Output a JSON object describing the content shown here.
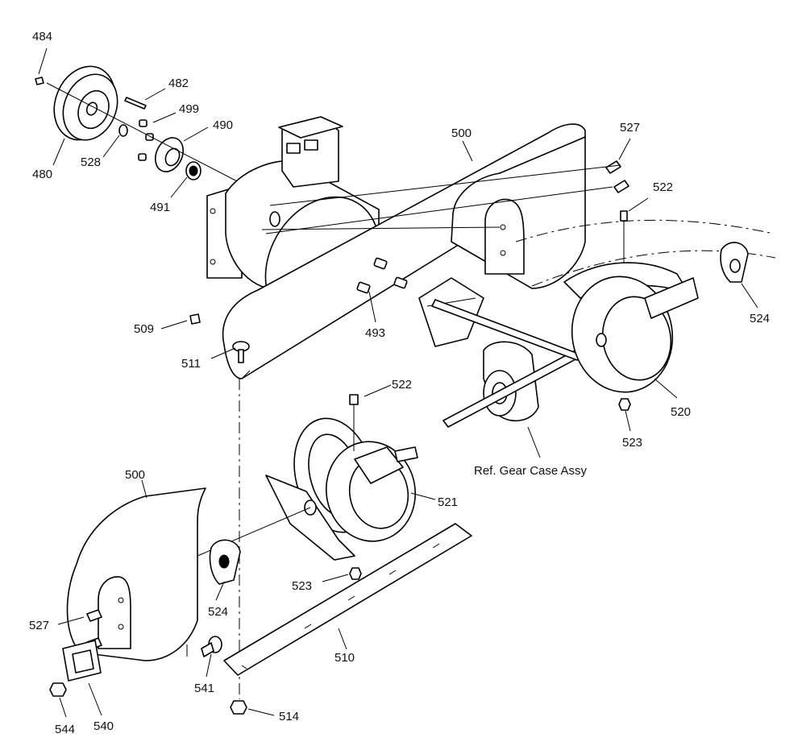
{
  "callouts": {
    "p484": "484",
    "p482": "482",
    "p499": "499",
    "p490": "490",
    "p480": "480",
    "p528": "528",
    "p491": "491",
    "p500_top": "500",
    "p527_top": "527",
    "p522_top": "522",
    "p509": "509",
    "p511": "511",
    "p493": "493",
    "p524_right": "524",
    "p520": "520",
    "p523_right": "523",
    "p522_mid": "522",
    "p500_left": "500",
    "p521": "521",
    "p523_mid": "523",
    "p524_left": "524",
    "p527_left": "527",
    "p510": "510",
    "p541": "541",
    "p544": "544",
    "p540": "540",
    "p514": "514"
  },
  "reference_note": "Ref. Gear Case Assy"
}
